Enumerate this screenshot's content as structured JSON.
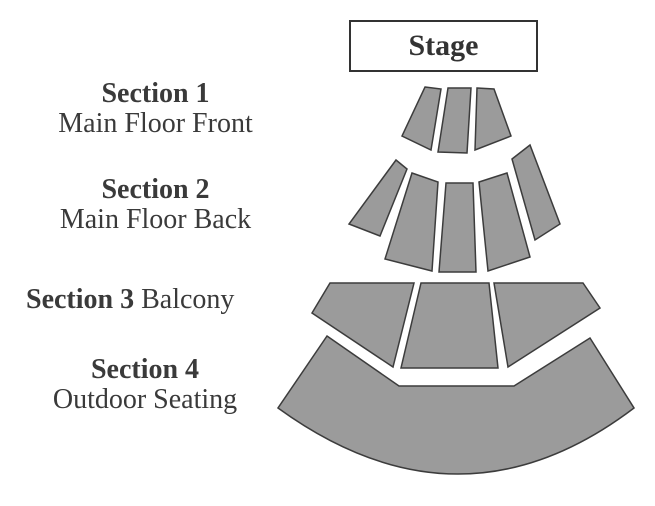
{
  "stage": {
    "label": "Stage"
  },
  "sections": [
    {
      "title": "Section 1",
      "subtitle": "Main Floor Front"
    },
    {
      "title": "Section 2",
      "subtitle": "Main Floor Back"
    },
    {
      "title": "Section 3",
      "subtitle": "Balcony"
    },
    {
      "title": "Section 4",
      "subtitle": "Outdoor Seating"
    }
  ],
  "colors": {
    "seat_fill": "#9b9b9b",
    "outline": "#3c3c3c",
    "text": "#3a3a3a"
  }
}
